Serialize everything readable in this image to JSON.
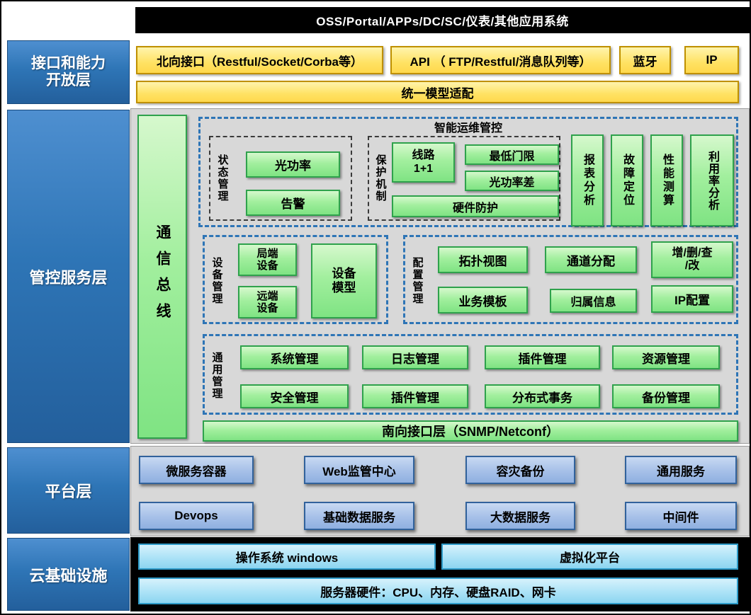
{
  "top_bar": {
    "label": "OSS/Portal/APPs/DC/SC/仪表/其他应用系统"
  },
  "sidebar": {
    "interface": "接口和能力\n开放层",
    "control": "管控服务层",
    "platform": "平台层",
    "cloud": "云基础设施"
  },
  "interface_layer": {
    "north_interface": "北向接口（Restful/Socket/Corba等）",
    "api": "API （ FTP/Restful/消息队列等）",
    "bluetooth": "蓝牙",
    "ip": "IP",
    "unified_model": "统一模型适配"
  },
  "control_layer": {
    "comm_bus": "通信总线",
    "smart_ops": {
      "title": "智能运维管控",
      "status": {
        "label": "状态管理",
        "optical_power": "光功率",
        "alarm": "告警"
      },
      "protection": {
        "label": "保护机制",
        "line_1p1": "线路\n1+1",
        "min_threshold": "最低门限",
        "power_diff": "光功率差",
        "hw_protection": "硬件防护"
      },
      "analysis": [
        "报表分析",
        "故障定位",
        "性能测算",
        "利用率分析"
      ]
    },
    "device": {
      "label": "设备管理",
      "local": "局端\n设备",
      "remote": "远端\n设备",
      "model": "设备\n模型"
    },
    "config": {
      "label": "配置管理",
      "topology": "拓扑视图",
      "channel": "通道分配",
      "crud": "增/删/查\n/改",
      "template": "业务模板",
      "ownership": "归属信息",
      "ip_config": "IP配置"
    },
    "common": {
      "label": "通用管理",
      "row1": [
        "系统管理",
        "日志管理",
        "插件管理",
        "资源管理"
      ],
      "row2": [
        "安全管理",
        "插件管理",
        "分布式事务",
        "备份管理"
      ]
    },
    "south_bar": "南向接口层（SNMP/Netconf）"
  },
  "platform_layer": {
    "row1": [
      "微服务容器",
      "Web监管中心",
      "容灾备份",
      "通用服务"
    ],
    "row2": [
      "Devops",
      "基础数据服务",
      "大数据服务",
      "中间件"
    ]
  },
  "cloud_layer": {
    "os": "操作系统 windows",
    "virtualization": "虚拟化平台",
    "hardware": "服务器硬件：CPU、内存、硬盘RAID、网卡"
  },
  "colors": {
    "sidebar_blue": "#2E75B6",
    "box_yellow": "#FFE263",
    "box_green": "#9FEB9B",
    "box_blue": "#A6C0E8",
    "box_cyan": "#A8E1F6",
    "panel_gray": "#D8D8D8",
    "dash_blue": "#2E75B6",
    "top_bar_black": "#000000"
  }
}
